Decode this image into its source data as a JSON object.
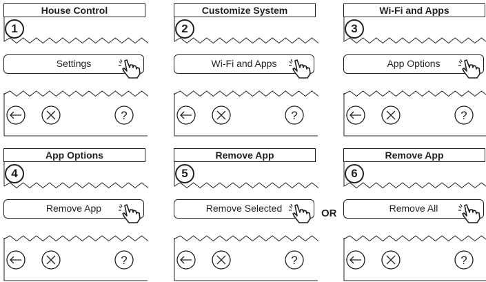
{
  "panels": [
    {
      "title": "House Control",
      "step": "1",
      "action": "Settings"
    },
    {
      "title": "Customize System",
      "step": "2",
      "action": "Wi-Fi and Apps"
    },
    {
      "title": "Wi-Fi and Apps",
      "step": "3",
      "action": "App Options"
    },
    {
      "title": "App Options",
      "step": "4",
      "action": "Remove App"
    },
    {
      "title": "Remove App",
      "step": "5",
      "action": "Remove Selected"
    },
    {
      "title": "Remove App",
      "step": "6",
      "action": "Remove All"
    }
  ],
  "or_label": "OR",
  "icons": {
    "back": "back-arrow-icon",
    "cancel": "cancel-x-icon",
    "help": "help-question-icon",
    "pointer": "hand-pointer-icon"
  },
  "help_glyph": "?"
}
